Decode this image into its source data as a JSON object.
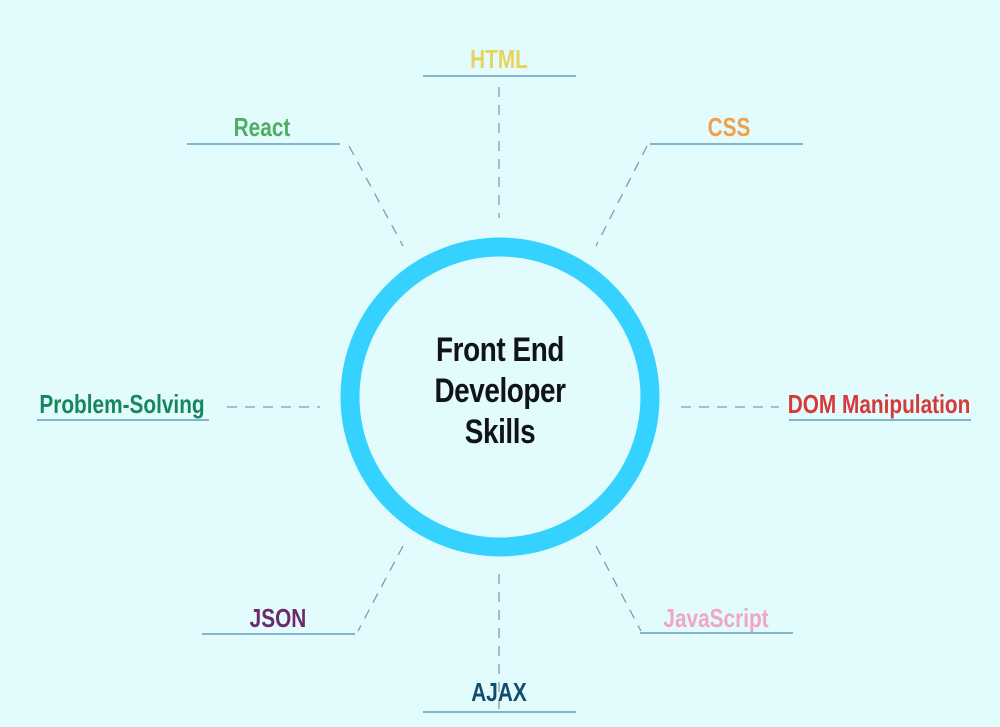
{
  "diagram": {
    "background": "#e2fcfd",
    "ring_color": "#35d2ff",
    "connector_color": "#7e9cb0",
    "underline_color": "#84b3ce",
    "center": {
      "lines": [
        "Front End",
        "Developer",
        "Skills"
      ],
      "color": "#101318"
    },
    "skills": [
      {
        "id": "html",
        "label": "HTML",
        "color": "#e7d35f"
      },
      {
        "id": "css",
        "label": "CSS",
        "color": "#f0a04a"
      },
      {
        "id": "dom-manipulation",
        "label": "DOM Manipulation",
        "color": "#d7393a"
      },
      {
        "id": "javascript",
        "label": "JavaScript",
        "color": "#f0a6c4"
      },
      {
        "id": "ajax",
        "label": "AJAX",
        "color": "#124d6e"
      },
      {
        "id": "json",
        "label": "JSON",
        "color": "#6e2a6a"
      },
      {
        "id": "problem-solving",
        "label": "Problem-Solving",
        "color": "#17865e"
      },
      {
        "id": "react",
        "label": "React",
        "color": "#4fae63"
      }
    ]
  }
}
